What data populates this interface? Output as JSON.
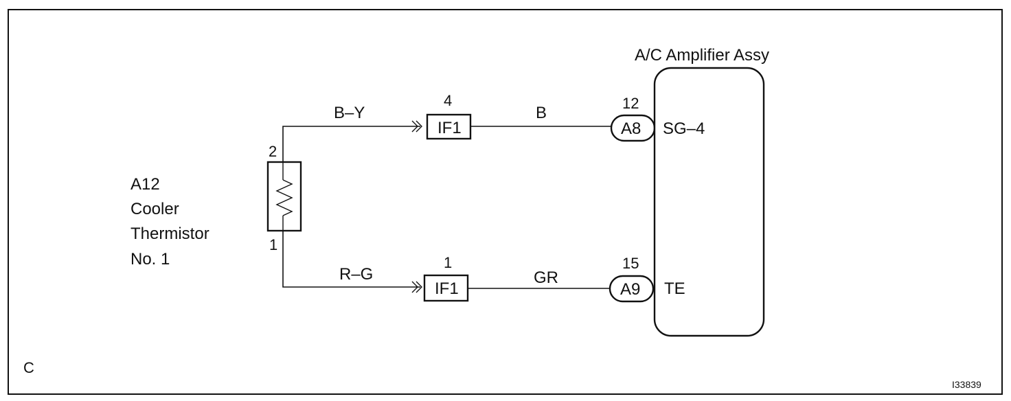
{
  "panel_letter": "C",
  "figure_id": "I33839",
  "component": {
    "code": "A12",
    "name_line1": "Cooler",
    "name_line2": "Thermistor",
    "name_line3": "No. 1",
    "pin_top": "2",
    "pin_bottom": "1"
  },
  "amplifier": {
    "title": "A/C Amplifier Assy",
    "terminal_top": "SG–4",
    "terminal_bottom": "TE"
  },
  "wires": {
    "top": {
      "color_left": "B–Y",
      "junction": "IF1",
      "junction_pin": "4",
      "color_right": "B",
      "connector": "A8",
      "connector_pin": "12"
    },
    "bottom": {
      "color_left": "R–G",
      "junction": "IF1",
      "junction_pin": "1",
      "color_right": "GR",
      "connector": "A9",
      "connector_pin": "15"
    }
  }
}
